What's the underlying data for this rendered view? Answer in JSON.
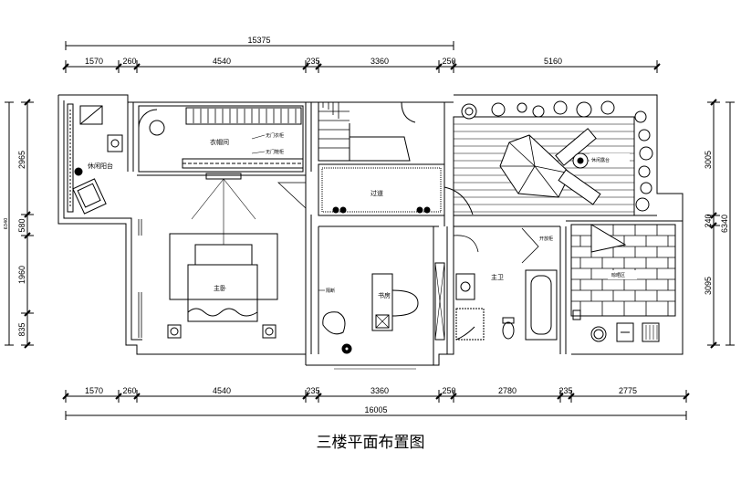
{
  "title": "三楼平面布置图",
  "dimensions": {
    "top_total": "15375",
    "top_segments": [
      "1570",
      "260",
      "4540",
      "235",
      "3360",
      "250",
      "5160"
    ],
    "bottom_segments": [
      "1570",
      "260",
      "4540",
      "235",
      "3360",
      "250",
      "2780",
      "235",
      "2775"
    ],
    "bottom_total": "16005",
    "left_total": "6340",
    "left_segments": [
      "2965",
      "580",
      "1960",
      "835"
    ],
    "right_total": "6340",
    "right_segments": [
      "3005",
      "240",
      "3095"
    ]
  },
  "rooms": {
    "leisure_balcony": "休闲阳台",
    "cloakroom": "衣帽间",
    "corridor": "过道",
    "leisure_terrace": "休闲露台",
    "master_bedroom": "主卧",
    "study": "书房",
    "master_bath": "主卫",
    "drying_area": "晾晒区"
  },
  "annotations": {
    "wardrobe_a": "无门衣柜",
    "wardrobe_b": "无门鞋柜",
    "open_cabinet": "开放柜",
    "partition": "隔断"
  }
}
